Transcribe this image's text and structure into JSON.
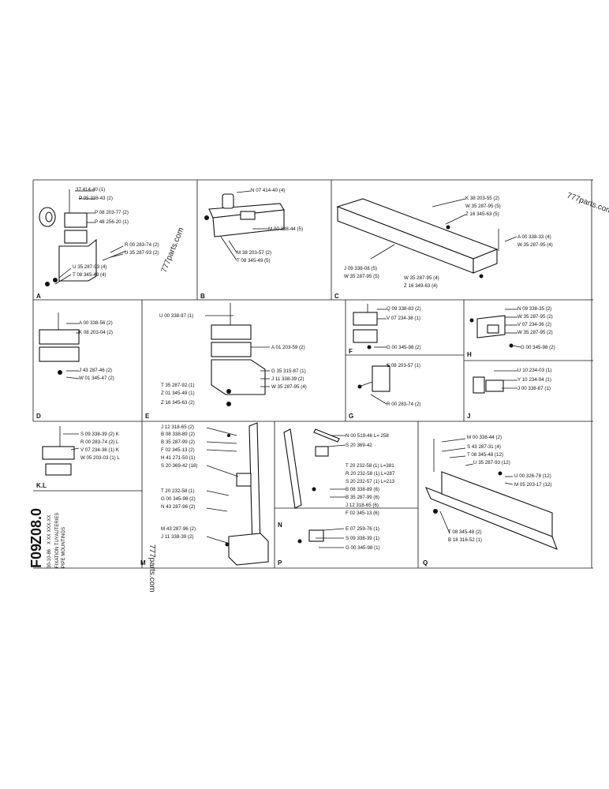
{
  "watermarks": [
    "777parts.com",
    "777parts.com",
    "777parts.com"
  ],
  "title_block": {
    "code_1": "F09",
    "code_2": "Z08.0",
    "date": "30-10-86",
    "ref": "X XX XXX-XX",
    "title_fr": "FIXATION TUYAUTERIES",
    "title_en": "PIPE MOUNTINGS"
  },
  "sections": [
    {
      "id": "A",
      "label": "A",
      "callouts": [
        "37 414-40 (1)",
        "P 05 338-43 (2)",
        "P 08 203-77 (2)",
        "P 48 256-20 (1)",
        "R 00 283-74 (2)",
        "U 35 287-93 (2)",
        "U 35 287-93 (4)",
        "T 08 345-49 (4)"
      ]
    },
    {
      "id": "B",
      "label": "B",
      "callouts": [
        "N 07 414-40 (4)",
        "M 00 338-44 (5)",
        "M 38 203-57 (2)",
        "T 08 345-49 (5)"
      ]
    },
    {
      "id": "C",
      "label": "C",
      "callouts": [
        "K 38 203-55 (2)",
        "W 35 287-95 (5)",
        "Z 16 345-63 (5)",
        "A 00 338-33 (4)",
        "W 35 287-95 (4)",
        "J 09 338-08 (5)",
        "W 35 287-95 (5)",
        "W 35 287-95 (4)",
        "Z 16 349-63 (4)"
      ]
    },
    {
      "id": "D",
      "label": "D",
      "callouts": [
        "A 00 338-56 (2)",
        "K 08 203-04 (2)",
        "J 43 287-46 (2)",
        "W 01 345-47 (2)"
      ]
    },
    {
      "id": "E",
      "label": "E",
      "callouts": [
        "U 00 338-97 (1)",
        "A 01 203-59 (2)",
        "G 35 315-87 (1)",
        "J 11 338-39 (2)",
        "W 35 287-95 (4)",
        "T 35 287-92 (1)",
        "Z 01 345-49 (1)",
        "Z 16 345-63 (2)"
      ]
    },
    {
      "id": "F",
      "label": "F",
      "callouts": [
        "Q 09 338-83 (2)",
        "V 07 234-38 (1)",
        "G 00 345-98 (2)"
      ]
    },
    {
      "id": "G",
      "label": "G",
      "callouts": [
        "S 08 203-57 (1)",
        "R 00 283-74 (2)"
      ]
    },
    {
      "id": "H",
      "label": "H",
      "callouts": [
        "N 09 338-35 (2)",
        "W 35 287-95 (2)",
        "V 07 234-36 (2)",
        "W 35 287-95 (2)",
        "G 00 345-98 (2)"
      ]
    },
    {
      "id": "J",
      "label": "J",
      "callouts": [
        "U 10 234-03 (1)",
        "Y 10 234-04 (1)",
        "J 00 338-87 (1)"
      ]
    },
    {
      "id": "KL",
      "label": "K.L",
      "callouts": [
        "S 09 338-39 (2) K",
        "R 00 283-74 (2) L",
        "V 07 234-38 (1) K",
        "W 05 203-03 (1) L"
      ]
    },
    {
      "id": "M",
      "label": "M",
      "callouts": [
        "J 12 318-65 (2)",
        "B 08 338-89 (2)",
        "B 35 287-99 (2)",
        "F 02 345-13 (2)",
        "H 41 271-50 (1)",
        "S 20 369-42 (18)",
        "T 20 232-58 (1)",
        "G 00 345-98 (2)",
        "N 43 287-96 (2)",
        "M 43 287-96 (2)",
        "J 11 338-39 (2)"
      ]
    },
    {
      "id": "N",
      "label": "N",
      "callouts": [
        "E 07 259-76 (1)",
        "S 09 338-39 (1)",
        "G 00 345-98 (1)"
      ]
    },
    {
      "id": "P",
      "label": "P",
      "callouts": [
        "N 00 519-46  L= 258",
        "S 20 369-42",
        "T 20 232-58 (1) L=381",
        "R 20 232-58 (1) L=287",
        "S 20 232-57 (1) L=213",
        "B 08 338-89 (6)",
        "B 35 287-99 (6)",
        "J 12 318-65 (6)",
        "F 02 345-13 (6)"
      ]
    },
    {
      "id": "Q",
      "label": "Q",
      "callouts": [
        "M 00 338-44 (2)",
        "S 43 287-31 (4)",
        "T 08 345-48 (12)",
        "U 35 287-93 (12)",
        "U 00 326-78 (12)",
        "M 05 203-17 (12)",
        "T 08 345-48 (2)",
        "B 18 316-52 (1)"
      ]
    }
  ]
}
